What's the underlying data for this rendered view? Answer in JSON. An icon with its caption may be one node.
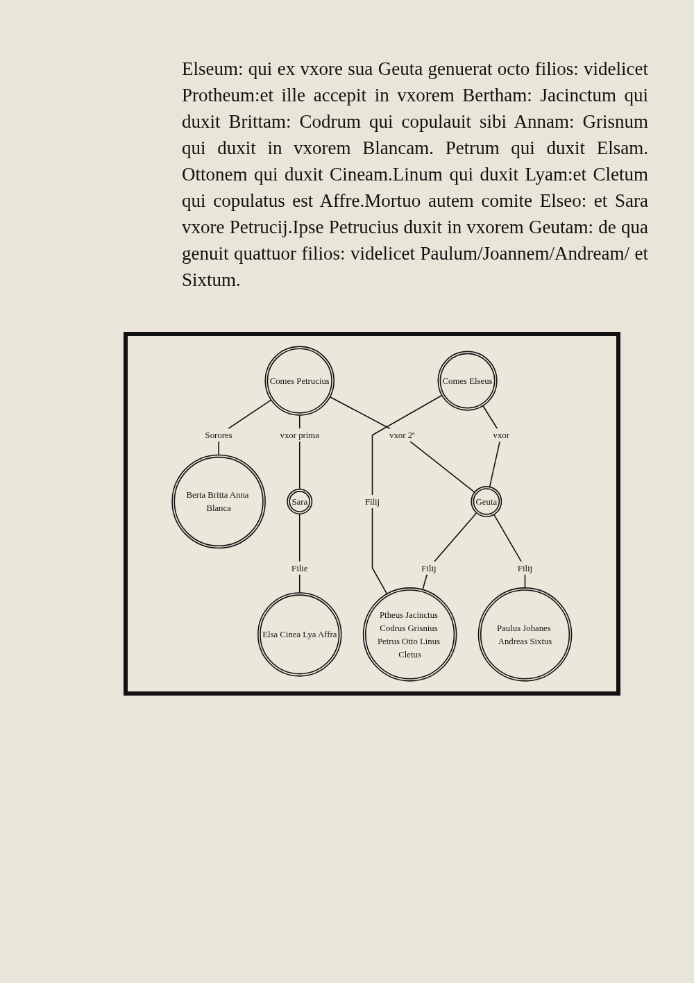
{
  "diagram": {
    "nodes": [
      {
        "text": [
          "Comes Petrucius"
        ]
      },
      {
        "text": [
          "Berta Britta Anna Blanca"
        ]
      },
      {
        "text": [
          "Comes Elseus"
        ]
      },
      {
        "text": [
          "Sara"
        ]
      },
      {
        "text": [
          "Geuta"
        ]
      },
      {
        "text": [
          "Ptheus Jacinctus Codrus Grisnius Petrus Otto Linus Cletus"
        ]
      },
      {
        "text": [
          "Elsa Cinea Lya Affra"
        ]
      },
      {
        "text": [
          "Paulus Johanes Andreas Sixtus"
        ]
      }
    ],
    "edges": [
      {
        "from": 0,
        "to": 1,
        "arrow": "none",
        "label": "Sorores"
      },
      {
        "from": 0,
        "to": 3,
        "arrow": "none",
        "label": "vxor prima"
      },
      {
        "from": 0,
        "to": 4,
        "arrow": "none",
        "label": "vxor 2ª"
      },
      {
        "from": 2,
        "to": 4,
        "arrow": "none",
        "label": "vxor"
      },
      {
        "from": 2,
        "to": 5,
        "arrow": "none",
        "label": "Filij"
      },
      {
        "from": 4,
        "to": 5,
        "arrow": "none",
        "label": "Filij"
      },
      {
        "from": 3,
        "to": 6,
        "arrow": "none",
        "label": "Filie"
      },
      {
        "from": 4,
        "to": 7,
        "arrow": "none",
        "label": "Filij"
      }
    ],
    "labels": [
      "Elseum: qui ex vxore sua Geuta genuerat octo filios: videlicet Protheum:et ille accepit in vxorem Bertham: Jacinctum qui duxit Brittam: Codrum qui copulauit sibi Annam: Grisnum qui duxit in vxorem Blancam. Petrum qui duxit Elsam. Ottonem qui duxit Cineam.Linum qui duxit Lyam:et Cletum qui copulatus est Affre.Mortuo autem comite Elseo: et Sara vxore Petrucij.Ipse Petrucius duxit in vxorem Geutam: de qua genuit quattuor filios: videlicet Paulum/Joannem/Andream/ et Sixtum."
    ]
  }
}
